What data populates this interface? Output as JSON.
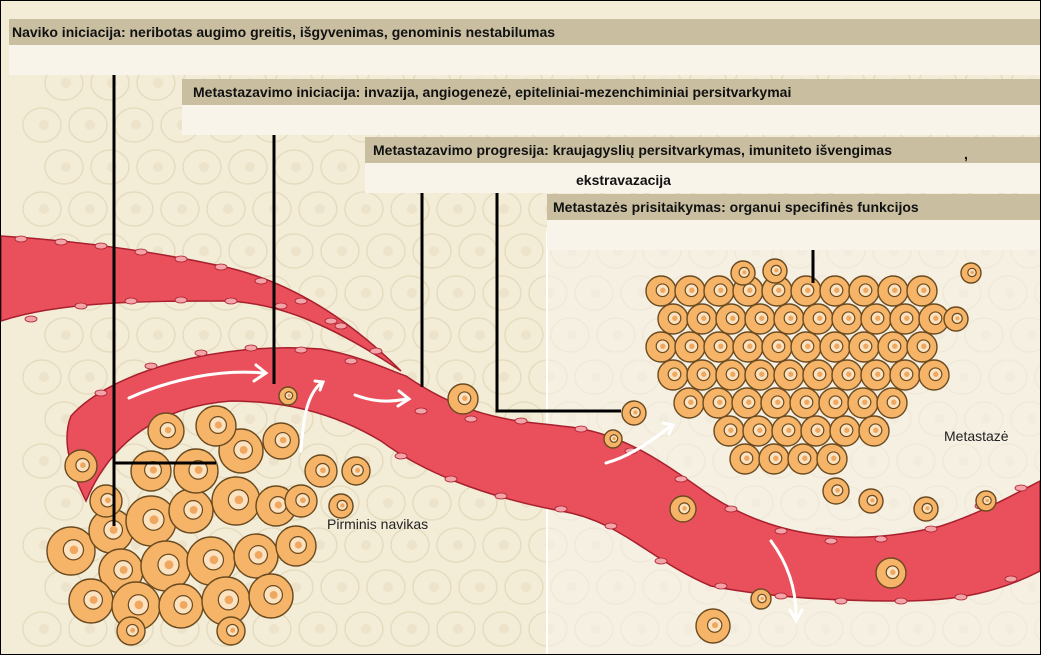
{
  "stages": [
    {
      "id": "tumor-initiation",
      "label": "Naviko iniciacija: neribotas augimo greitis, išgyvenimas, genominis nestabilumas"
    },
    {
      "id": "metastasis-initiation",
      "label": "Metastazavimo iniciacija: invazija, angiogenezė, epiteliniai-mezenchiminiai persitvarkymai"
    },
    {
      "id": "metastasis-progression",
      "label": "Metastazavimo progresija: kraujagyslių persitvarkymas, imuniteto išvengimas",
      "label_comma": ",",
      "label_continued": "ekstravazacija"
    },
    {
      "id": "metastasis-adaptation",
      "label": "Metastazės prisitaikymas: organui specifinės funkcijos"
    }
  ],
  "regions": {
    "primary_tumor": "Pirminis navikas",
    "metastasis": "Metastazė"
  },
  "colors": {
    "tan_band": "#c9bea0",
    "light_band": "#f8f4ea",
    "background": "#f3ecd6",
    "vessel": "#e9505b",
    "vessel_dark": "#a8202e",
    "cell": "#f5b467",
    "cell_outline": "#6a4a20"
  }
}
